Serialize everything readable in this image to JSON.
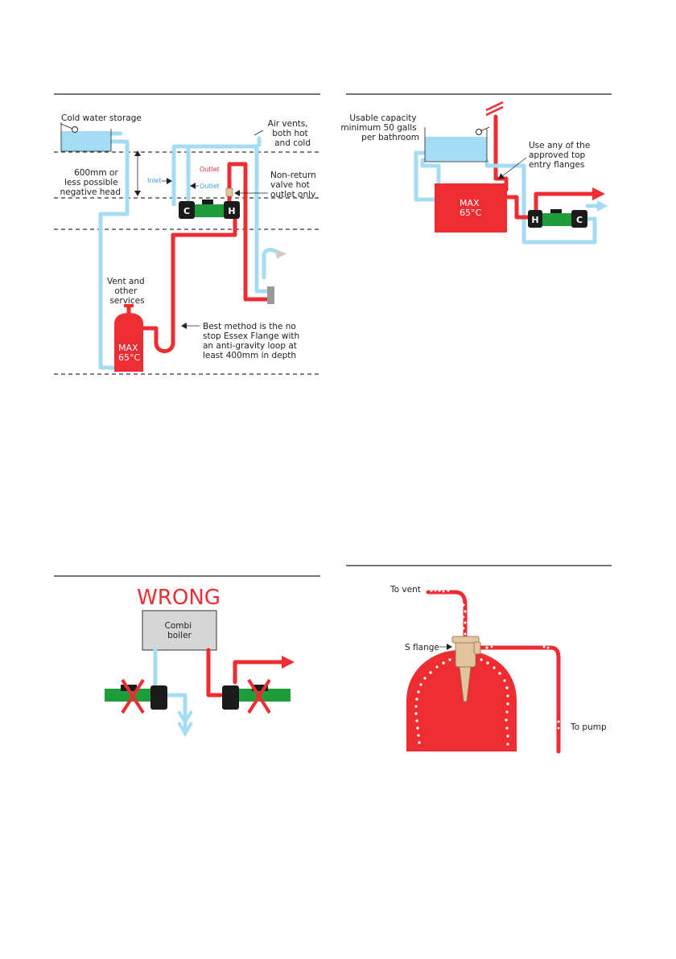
{
  "colors": {
    "hot": "#ee2d32",
    "cold": "#a6dcf3",
    "tank_fill": "#a6dcf3",
    "pump_green": "#1f9d3d",
    "pump_black": "#1b1b1b",
    "boiler_grey": "#d6d6d6",
    "flange_tan": "#e2c49f",
    "drain_grey": "#9a9a9a",
    "text_dark": "#222222",
    "text_cold_label": "#3aa0d8",
    "text_hot_label": "#ee2d32"
  },
  "diagram_top_left": {
    "cold_storage_label": "Cold water storage",
    "air_vents_label_lines": [
      "Air vents,",
      "both hot",
      "and cold"
    ],
    "head_label_lines": [
      "600mm or",
      "less possible",
      "negative head"
    ],
    "inlet_label": "Inlet",
    "outlet_cold_label": "Outlet",
    "outlet_hot_label": "Outlet",
    "non_return_label_lines": [
      "Non-return",
      "valve hot",
      "outlet only"
    ],
    "pump_cold_letter": "C",
    "pump_hot_letter": "H",
    "vent_label_lines": [
      "Vent and",
      "other",
      "services"
    ],
    "cylinder_label_lines": [
      "MAX",
      "65°C"
    ],
    "best_method_label_lines": [
      "Best method is the no",
      "stop Essex Flange with",
      "an anti-gravity loop at",
      "least 400mm in depth"
    ]
  },
  "diagram_top_right": {
    "capacity_label_lines": [
      "Usable capacity",
      "minimum 50 galls",
      "per bathroom"
    ],
    "flange_label_lines": [
      "Use any of the",
      "approved top",
      "entry flanges"
    ],
    "cylinder_label_lines": [
      "MAX",
      "65°C"
    ],
    "pump_hot_letter": "H",
    "pump_cold_letter": "C"
  },
  "diagram_bottom_left": {
    "wrong_label": "WRONG",
    "boiler_label_lines": [
      "Combi",
      "boiler"
    ]
  },
  "diagram_bottom_right": {
    "to_vent_label": "To vent",
    "s_flange_label": "S flange",
    "to_pump_label": "To pump"
  }
}
